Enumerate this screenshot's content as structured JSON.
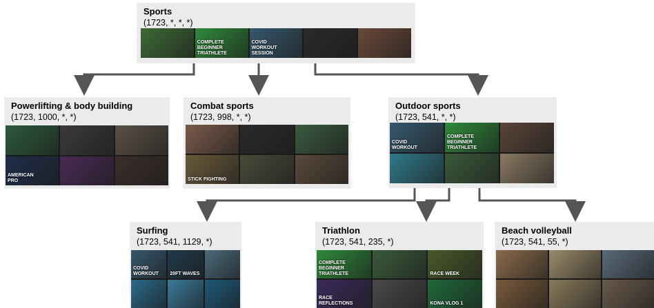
{
  "nodes": {
    "root": {
      "title": "Sports",
      "counts": "(1723, *, *, *)"
    },
    "powerlift": {
      "title": "Powerlifting & body building",
      "counts": "(1723, 1000, *, *)"
    },
    "combat": {
      "title": "Combat sports",
      "counts": "(1723, 998, *, *)"
    },
    "outdoor": {
      "title": "Outdoor sports",
      "counts": "(1723, 541, *, *)"
    },
    "surfing": {
      "title": "Surfing",
      "counts": "(1723, 541, 1129, *)"
    },
    "triathlon": {
      "title": "Triathlon",
      "counts": "(1723, 541, 235, *)"
    },
    "volleyball": {
      "title": "Beach volleyball",
      "counts": "(1723, 541, 55, *)"
    }
  },
  "thumbnails": {
    "root": [
      {
        "c": "#3e6a36",
        "t": ""
      },
      {
        "c": "#2f8a3a",
        "t": "COMPLETE\nBEGINNER\nTRIATHLETE"
      },
      {
        "c": "#36586e",
        "t": "COVID\nWORKOUT\nSESSION"
      },
      {
        "c": "#2a2a2a",
        "t": ""
      },
      {
        "c": "#6b4a3a",
        "t": ""
      }
    ],
    "powerlift": [
      {
        "c": "#2d5a3c",
        "t": ""
      },
      {
        "c": "#3a3a3a",
        "t": ""
      },
      {
        "c": "#5a5046",
        "t": ""
      },
      {
        "c": "#1f2d4a",
        "t": "AMERICAN\nPRO"
      },
      {
        "c": "#4a2a55",
        "t": ""
      },
      {
        "c": "#3a2e2a",
        "t": ""
      }
    ],
    "combat": [
      {
        "c": "#7a5a4a",
        "t": ""
      },
      {
        "c": "#2a2a2a",
        "t": ""
      },
      {
        "c": "#3a5a40",
        "t": ""
      },
      {
        "c": "#6a5a3a",
        "t": "STICK FIGHTING"
      },
      {
        "c": "#4a4a3a",
        "t": ""
      },
      {
        "c": "#5a4a3a",
        "t": ""
      }
    ],
    "outdoor": [
      {
        "c": "#36586e",
        "t": "COVID\nWORKOUT"
      },
      {
        "c": "#2f8a3a",
        "t": "COMPLETE\nBEGINNER\nTRIATHLETE"
      },
      {
        "c": "#5a4438",
        "t": ""
      },
      {
        "c": "#2f7a8a",
        "t": ""
      },
      {
        "c": "#3a5a3a",
        "t": ""
      },
      {
        "c": "#8a7a62",
        "t": ""
      }
    ],
    "surfing": [
      {
        "c": "#36586e",
        "t": "COVID\nWORKOUT"
      },
      {
        "c": "#1f3a4a",
        "t": "20FT WAVES"
      },
      {
        "c": "#4a6a7a",
        "t": ""
      },
      {
        "c": "#2a6a8a",
        "t": ""
      },
      {
        "c": "#3a7a9a",
        "t": ""
      },
      {
        "c": "#1f5a7a",
        "t": ""
      }
    ],
    "triathlon": [
      {
        "c": "#2f8a3a",
        "t": "COMPLETE\nBEGINNER\nTRIATHLETE"
      },
      {
        "c": "#3a5a3a",
        "t": ""
      },
      {
        "c": "#4a5a2a",
        "t": "RACE WEEK"
      },
      {
        "c": "#3a2a5a",
        "t": "RACE\nREFLECTIONS"
      },
      {
        "c": "#4a4a4a",
        "t": ""
      },
      {
        "c": "#1f6a3a",
        "t": "KONA VLOG 1"
      }
    ],
    "volleyball": [
      {
        "c": "#8a6a4a",
        "t": ""
      },
      {
        "c": "#9a8a6a",
        "t": ""
      },
      {
        "c": "#5a6a7a",
        "t": ""
      },
      {
        "c": "#7a5a3a",
        "t": ""
      },
      {
        "c": "#8a7a5a",
        "t": ""
      },
      {
        "c": "#6a5a4a",
        "t": ""
      }
    ]
  },
  "colors": {
    "node_bg": "#ebebeb",
    "arrow": "#555555"
  }
}
